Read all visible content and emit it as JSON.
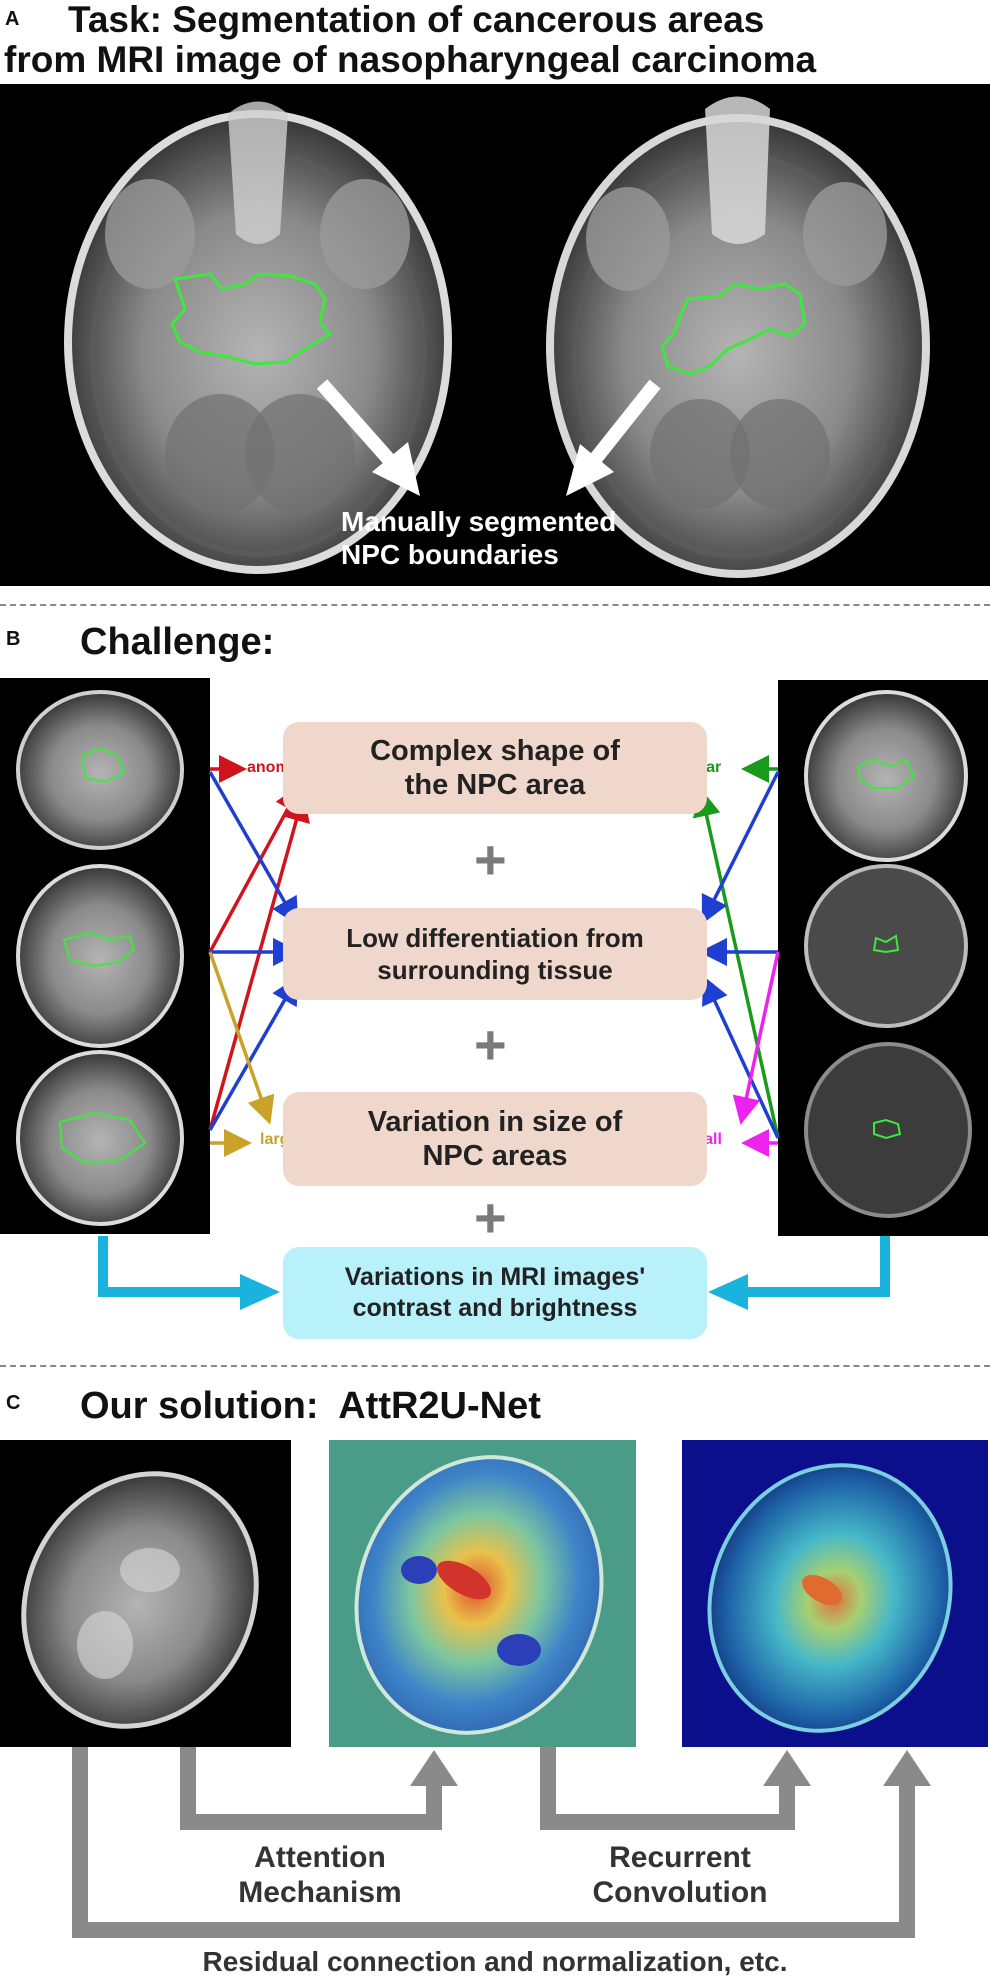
{
  "panel_a": {
    "letter": "A",
    "title_line1": "Task: Segmentation of cancerous areas",
    "title_line2": "from MRI image of nasopharyngeal carcinoma",
    "annotation_line1": "Manually segmented",
    "annotation_line2": "NPC boundaries"
  },
  "panel_b": {
    "letter": "B",
    "title": "Challenge:",
    "boxes": {
      "shape": [
        "Complex shape of",
        "the NPC area"
      ],
      "differentiation": [
        "Low differentiation from",
        "surrounding tissue"
      ],
      "size": [
        "Variation in size of",
        "NPC areas"
      ],
      "contrast": [
        "Variations in MRI images'",
        "contrast and brightness"
      ]
    },
    "plus": "+",
    "labels": {
      "anomalous": "anomalous",
      "regular": "regular",
      "large": "large",
      "small": "small"
    }
  },
  "panel_c": {
    "letter": "C",
    "title": "Our solution:  AttR2U-Net",
    "attention": [
      "Attention",
      "Mechanism"
    ],
    "recurrent": [
      "Recurrent",
      "Convolution"
    ],
    "residual": "Residual connection and normalization, etc."
  },
  "colors": {
    "contour_green": "#3ee83e",
    "red": "#d0141e",
    "blue": "#1f3fd0",
    "green": "#1a9a1a",
    "gold": "#c9a227",
    "magenta": "#ee22ee",
    "cyan_arrow": "#19b3dd",
    "gray_arrow": "#8a8a8a",
    "box_peach": "#efd8cb",
    "box_cyan": "#b9f1fb"
  }
}
